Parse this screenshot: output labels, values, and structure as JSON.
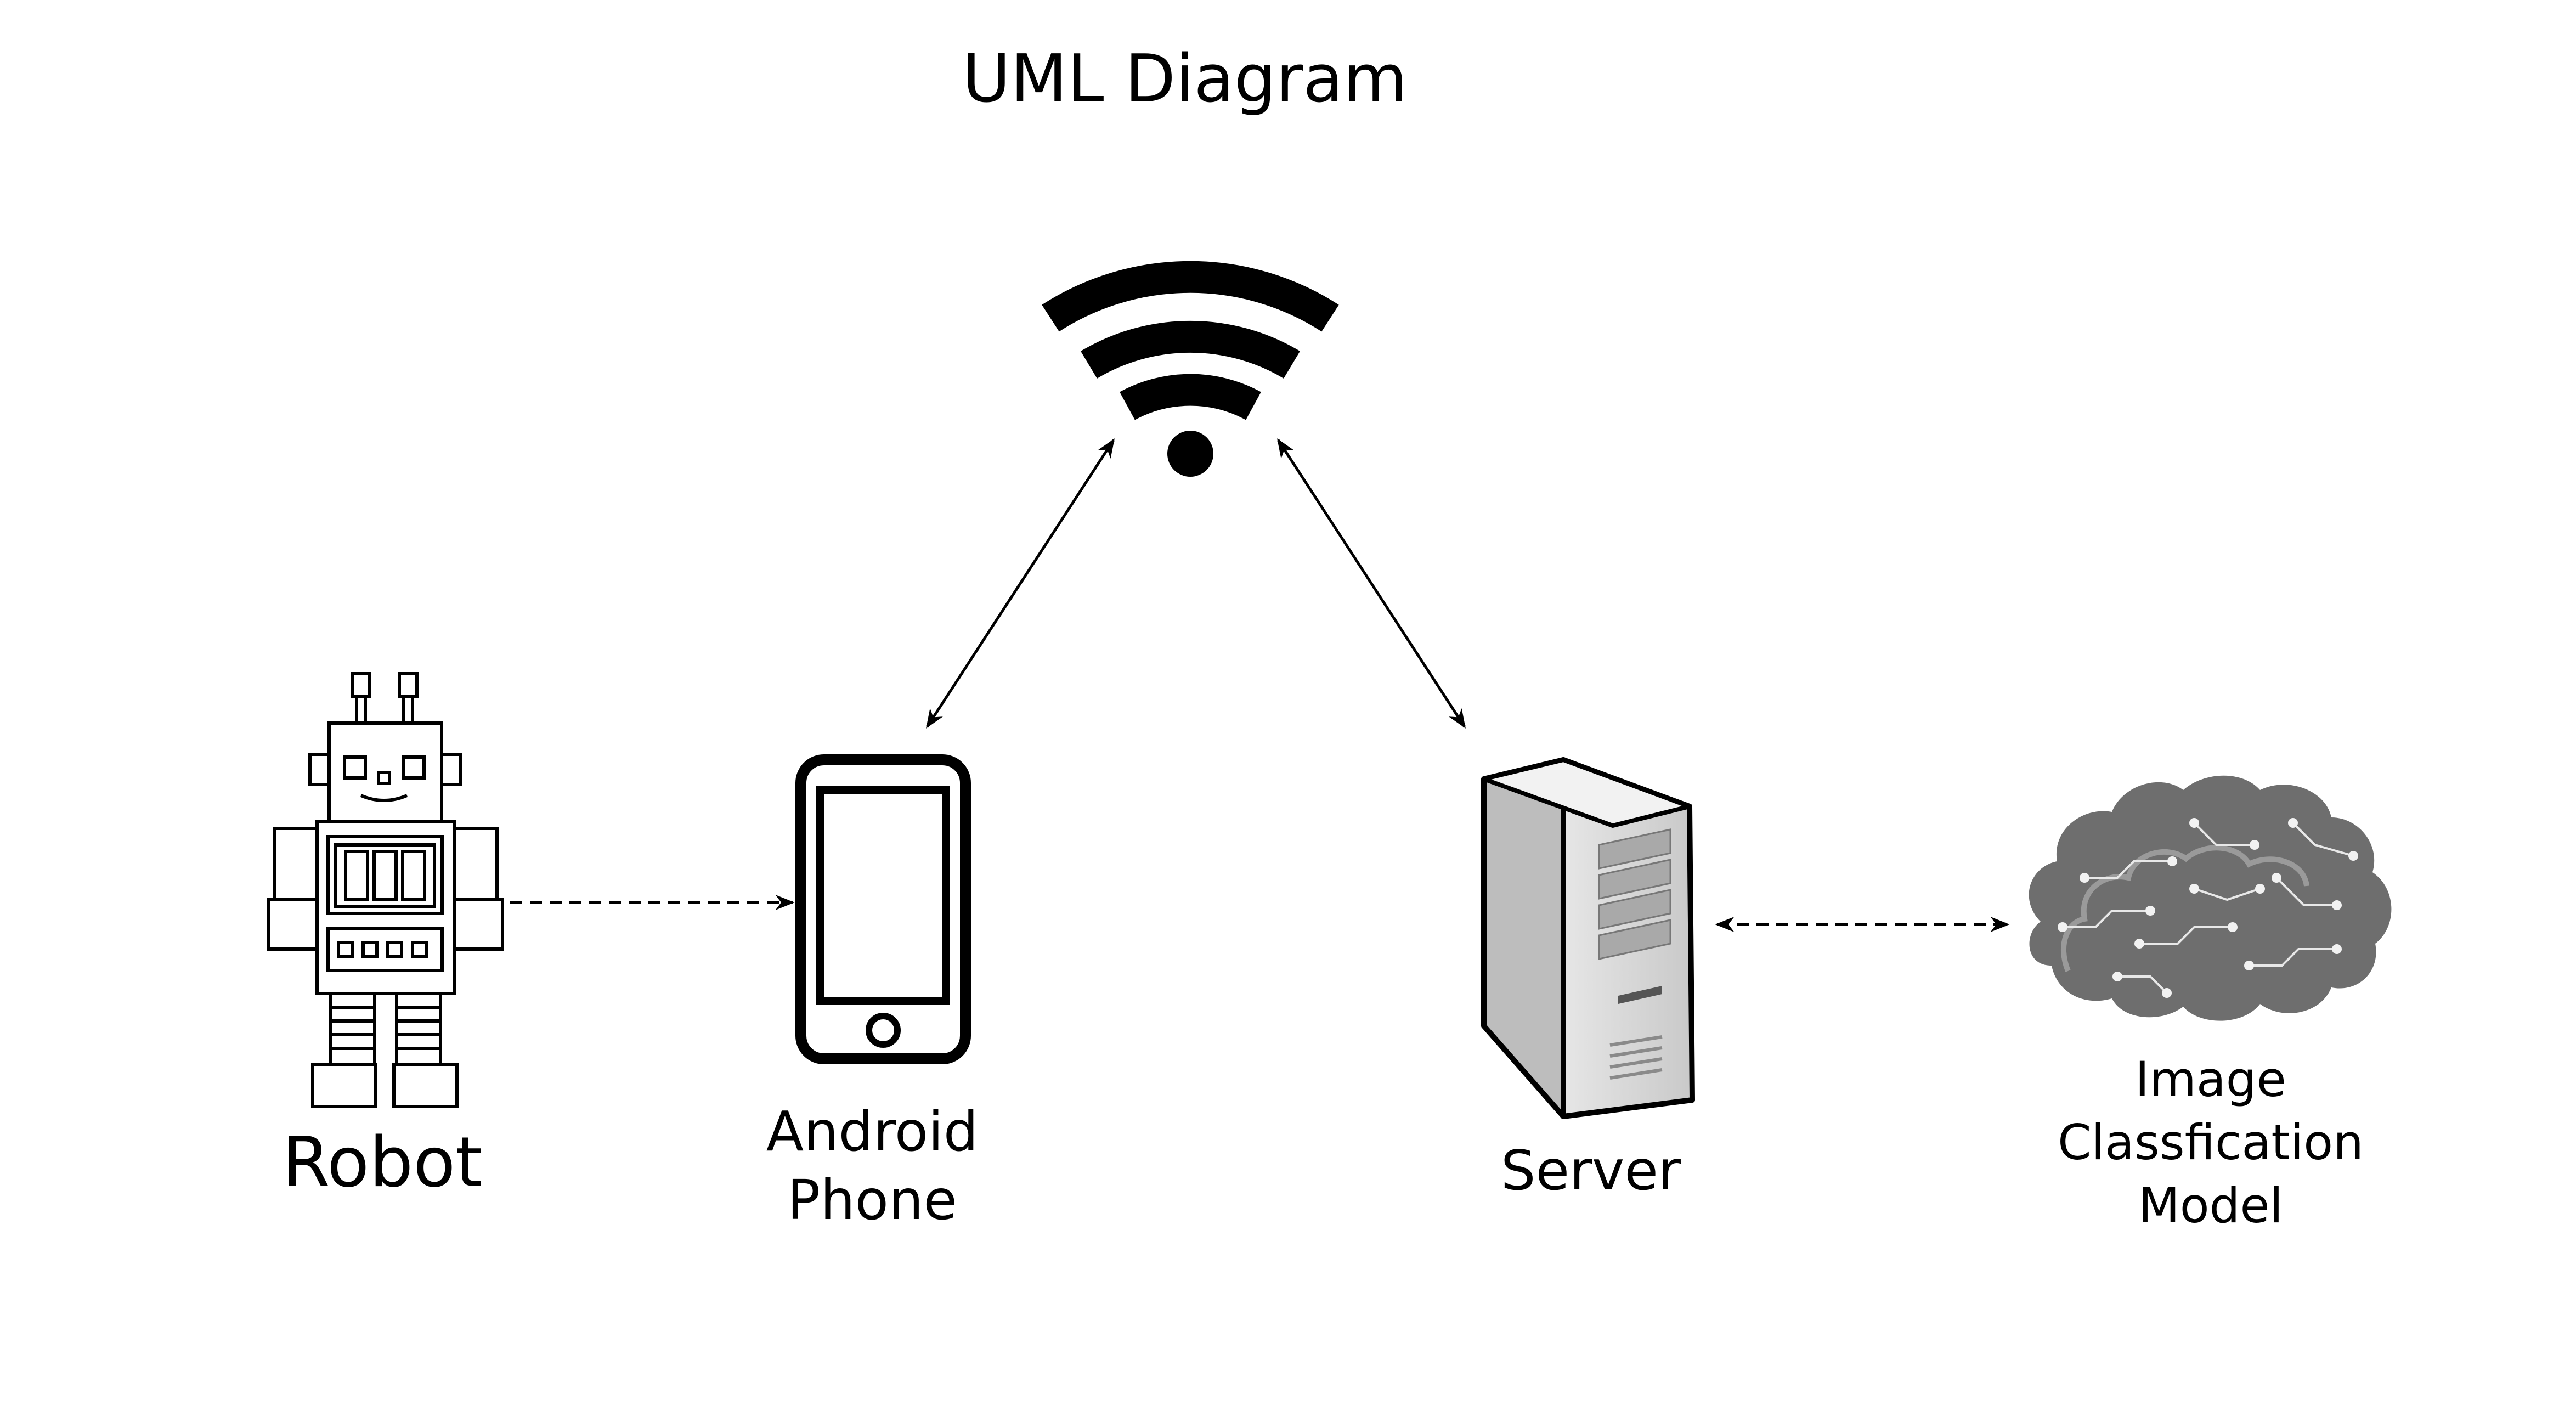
{
  "title": "UML Diagram",
  "nodes": {
    "robot": {
      "label": "Robot",
      "icon": "robot-icon"
    },
    "phone": {
      "label": "Android\nPhone",
      "icon": "smartphone-icon"
    },
    "wifi": {
      "label": "",
      "icon": "wifi-icon"
    },
    "server": {
      "label": "Server",
      "icon": "server-tower-icon"
    },
    "model": {
      "label": "Image\nClassfication\nModel",
      "icon": "brain-circuit-icon"
    }
  },
  "connections": [
    {
      "from": "robot",
      "to": "phone",
      "style": "dashed",
      "arrow": "to"
    },
    {
      "from": "phone",
      "to": "wifi",
      "style": "solid",
      "arrow": "both"
    },
    {
      "from": "wifi",
      "to": "server",
      "style": "solid",
      "arrow": "both"
    },
    {
      "from": "server",
      "to": "model",
      "style": "dashed",
      "arrow": "both"
    }
  ],
  "colors": {
    "stroke": "#000000",
    "server_body": "#d8d8d8",
    "brain": "#6e6e6e"
  }
}
